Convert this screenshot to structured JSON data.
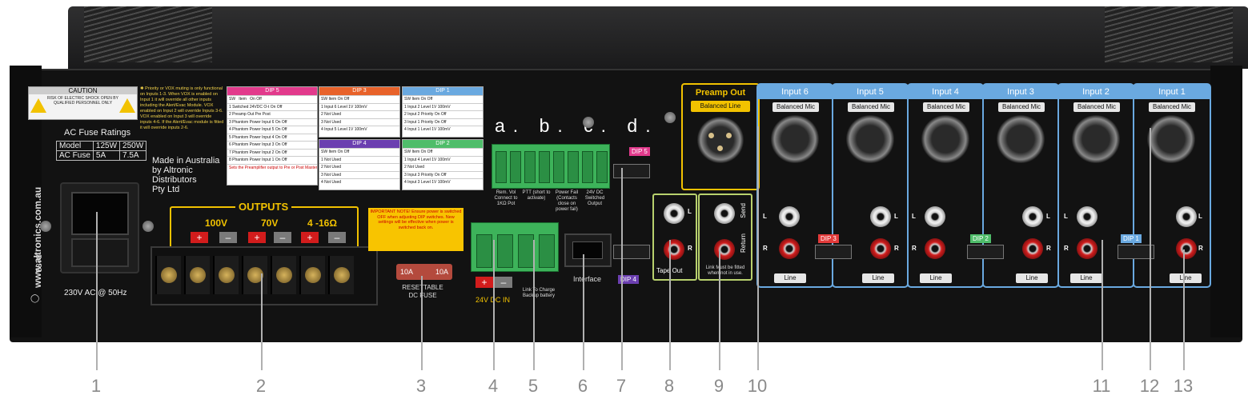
{
  "site_url": "www.altronics.com.au",
  "model_number": "5378",
  "caution": {
    "header": "CAUTION",
    "body": "RISK OF ELECTRIC SHOCK OPEN BY QUALIFIED PERSONNEL ONLY"
  },
  "ac_fuse": {
    "title": "AC Fuse Ratings",
    "rows": [
      [
        "Model",
        "125W",
        "250W"
      ],
      [
        "AC Fuse",
        "5A",
        "7.5A"
      ]
    ]
  },
  "priority_note": "✱ Priority or VOX muting is only functional on Inputs 1-3. When VOX is enabled on Input 1 it will override all other inputs including the Alert/Evac Module. VOX enabled on Input 2 will override Inputs 3-6. VOX enabled on Input 3 will override inputs 4-6. If the Alert/Evac module is fitted it will override inputs 2-6.",
  "made_in": [
    "Made in Australia",
    "by Altronic",
    "Distributors",
    "Pty Ltd"
  ],
  "mains_label": "230V AC @ 50Hz",
  "colors": {
    "dip5": "#e23a8c",
    "dip3": "#e8622a",
    "dip4": "#6b3fb0",
    "dip1": "#6aa9e0",
    "dip2": "#4fbd6a",
    "accent": "#f2c200",
    "input": "#6aa9e0",
    "tape": "#b8d16d"
  },
  "dip5": {
    "title": "DIP 5",
    "header": [
      "SW",
      "Item",
      "On",
      "Off"
    ],
    "rows": [
      [
        "1",
        "Switched 24VDC O-t",
        "On",
        "Off"
      ],
      [
        "2",
        "Preamp Out",
        "Pre",
        "Post"
      ],
      [
        "3",
        "Phantom Power Input 6",
        "On",
        "Off"
      ],
      [
        "4",
        "Phantom Power Input 5",
        "On",
        "Off"
      ],
      [
        "5",
        "Phantom Power Input 4",
        "On",
        "Off"
      ],
      [
        "6",
        "Phantom Power Input 3",
        "On",
        "Off"
      ],
      [
        "7",
        "Phantom Power Input 2",
        "On",
        "Off"
      ],
      [
        "8",
        "Phantom Power Input 1",
        "On",
        "Off"
      ]
    ],
    "note": "Sets the Preamplifier output to Pre or Post Master."
  },
  "dip3": {
    "title": "DIP 3",
    "header": [
      "SW",
      "Item",
      "On",
      "Off"
    ],
    "rows": [
      [
        "1",
        "Input 6 Level",
        "1V",
        "100mV"
      ],
      [
        "2",
        "Not Used",
        "",
        ""
      ],
      [
        "3",
        "Not Used",
        "",
        ""
      ],
      [
        "4",
        "Input 5 Level",
        "1V",
        "100mV"
      ]
    ]
  },
  "dip4": {
    "title": "DIP 4",
    "header": [
      "SW",
      "Item",
      "On",
      "Off"
    ],
    "rows": [
      [
        "1",
        "Not Used",
        "",
        ""
      ],
      [
        "2",
        "Not Used",
        "",
        ""
      ],
      [
        "3",
        "Not Used",
        "",
        ""
      ],
      [
        "4",
        "Not Used",
        "",
        ""
      ]
    ]
  },
  "dip1": {
    "title": "DIP 1",
    "header": [
      "SW",
      "Item",
      "On",
      "Off"
    ],
    "rows": [
      [
        "1",
        "Input 2 Level",
        "1V",
        "100mV"
      ],
      [
        "2",
        "Input 2 Priority",
        "On",
        "Off"
      ],
      [
        "3",
        "Input 1 Priority",
        "On",
        "Off"
      ],
      [
        "4",
        "Input 1 Level",
        "1V",
        "100mV"
      ]
    ]
  },
  "dip2": {
    "title": "DIP 2",
    "header": [
      "SW",
      "Item",
      "On",
      "Off"
    ],
    "rows": [
      [
        "1",
        "Input 4 Level",
        "1V",
        "100mV"
      ],
      [
        "2",
        "Not Used",
        "",
        ""
      ],
      [
        "3",
        "Input 3 Priority",
        "On",
        "Off"
      ],
      [
        "4",
        "Input 3 Level",
        "1V",
        "100mV"
      ]
    ]
  },
  "outputs": {
    "title": "OUTPUTS",
    "labels": [
      "100V",
      "70V",
      "4 -16Ω"
    ],
    "plus": "+",
    "minus": "–"
  },
  "important_note": "IMPORTANT NOTE! Ensure power is switched OFF when adjusting DIP switches. New settings will be effective when power is switched back on.",
  "dc_fuse": {
    "left": "10A",
    "right": "10A",
    "label": "RESETTABLE DC FUSE"
  },
  "terminal_letters": "a. b. c. d.",
  "terminal_labels": [
    "Rem. Vol Connect to 1KΩ Pot",
    "PTT (short to activate)",
    "Power Fail (Contacts close on power fail)",
    "24V DC Switched Output"
  ],
  "dc_in_label": "24V DC IN",
  "battery_label": "Link To Charge Backup battery",
  "interface_label": "Interface",
  "dip5_tag": "DIP 5",
  "dip4_tag": "DIP 4",
  "dip3_tag": "DIP 3",
  "dip2_tag": "DIP 2",
  "dip1_tag": "DIP 1",
  "preamp": {
    "title": "Preamp Out",
    "sub": "Balanced Line"
  },
  "tape_out": "Tape Out",
  "send": "Send",
  "return": "Return",
  "link_note": "Link Must be fitted when not in use.",
  "lr": {
    "l": "L",
    "r": "R"
  },
  "inputs": [
    {
      "title": "Input 6",
      "bal": "Balanced Mic",
      "line": "Line"
    },
    {
      "title": "Input 5",
      "bal": "Balanced Mic",
      "line": "Line"
    },
    {
      "title": "Input 4",
      "bal": "Balanced Mic",
      "line": "Line"
    },
    {
      "title": "Input 3",
      "bal": "Balanced Mic",
      "line": "Line"
    },
    {
      "title": "Input 2",
      "bal": "Balanced Mic",
      "line": "Line"
    },
    {
      "title": "Input 1",
      "bal": "Balanced Mic",
      "line": "Line"
    }
  ],
  "callouts": [
    "1",
    "2",
    "3",
    "4",
    "5",
    "6",
    "7",
    "8",
    "9",
    "10",
    "11",
    "12",
    "13"
  ]
}
